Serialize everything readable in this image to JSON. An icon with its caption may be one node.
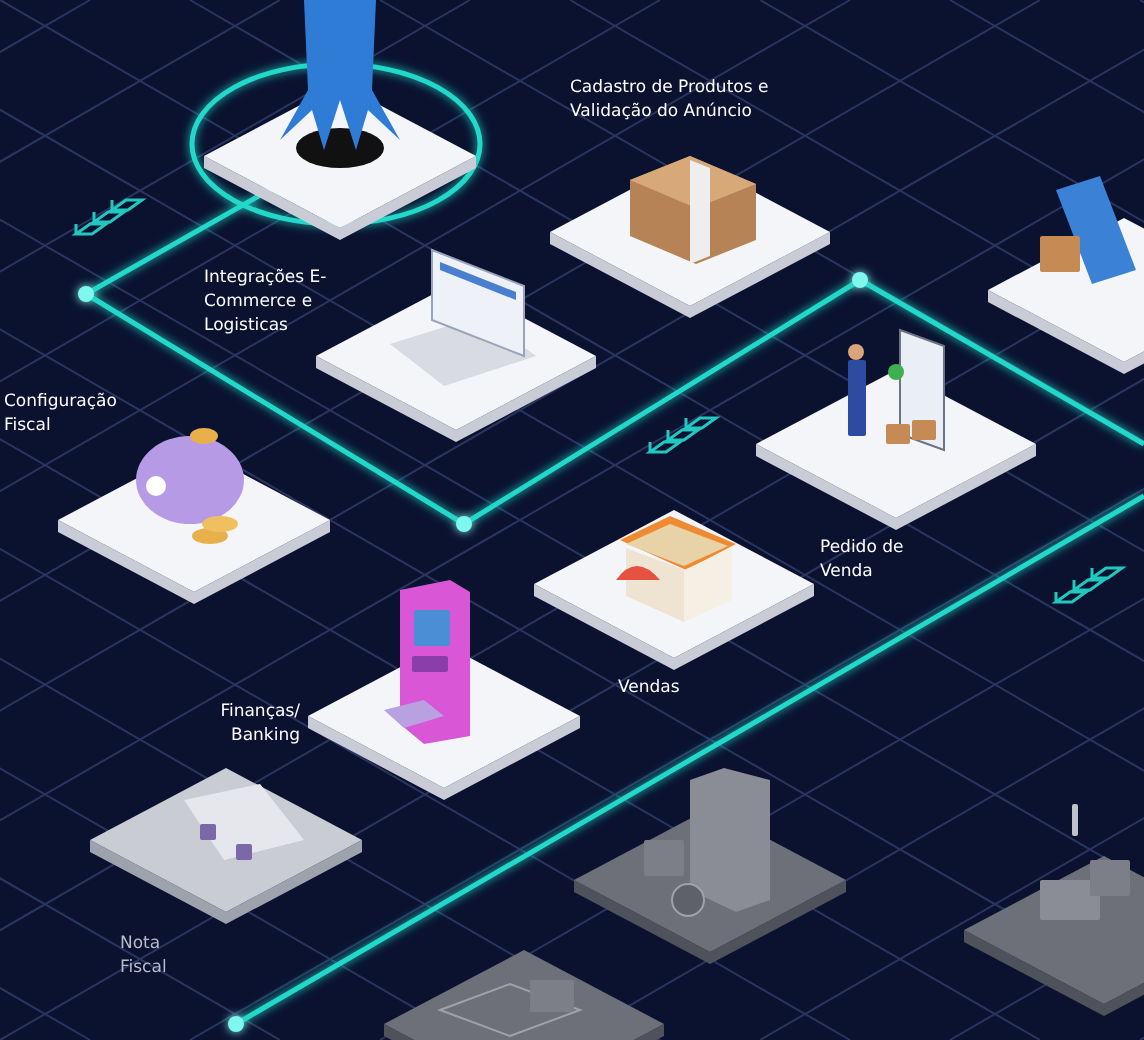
{
  "diagram": {
    "labels": [
      "Cadastro de Produtos e Validação do Anúncio",
      "Integrações E-Commerce e Logisticas",
      "Configuração Fiscal",
      "Pedido de Venda",
      "Vendas",
      "Finanças/ Banking",
      "Nota Fiscal"
    ]
  }
}
